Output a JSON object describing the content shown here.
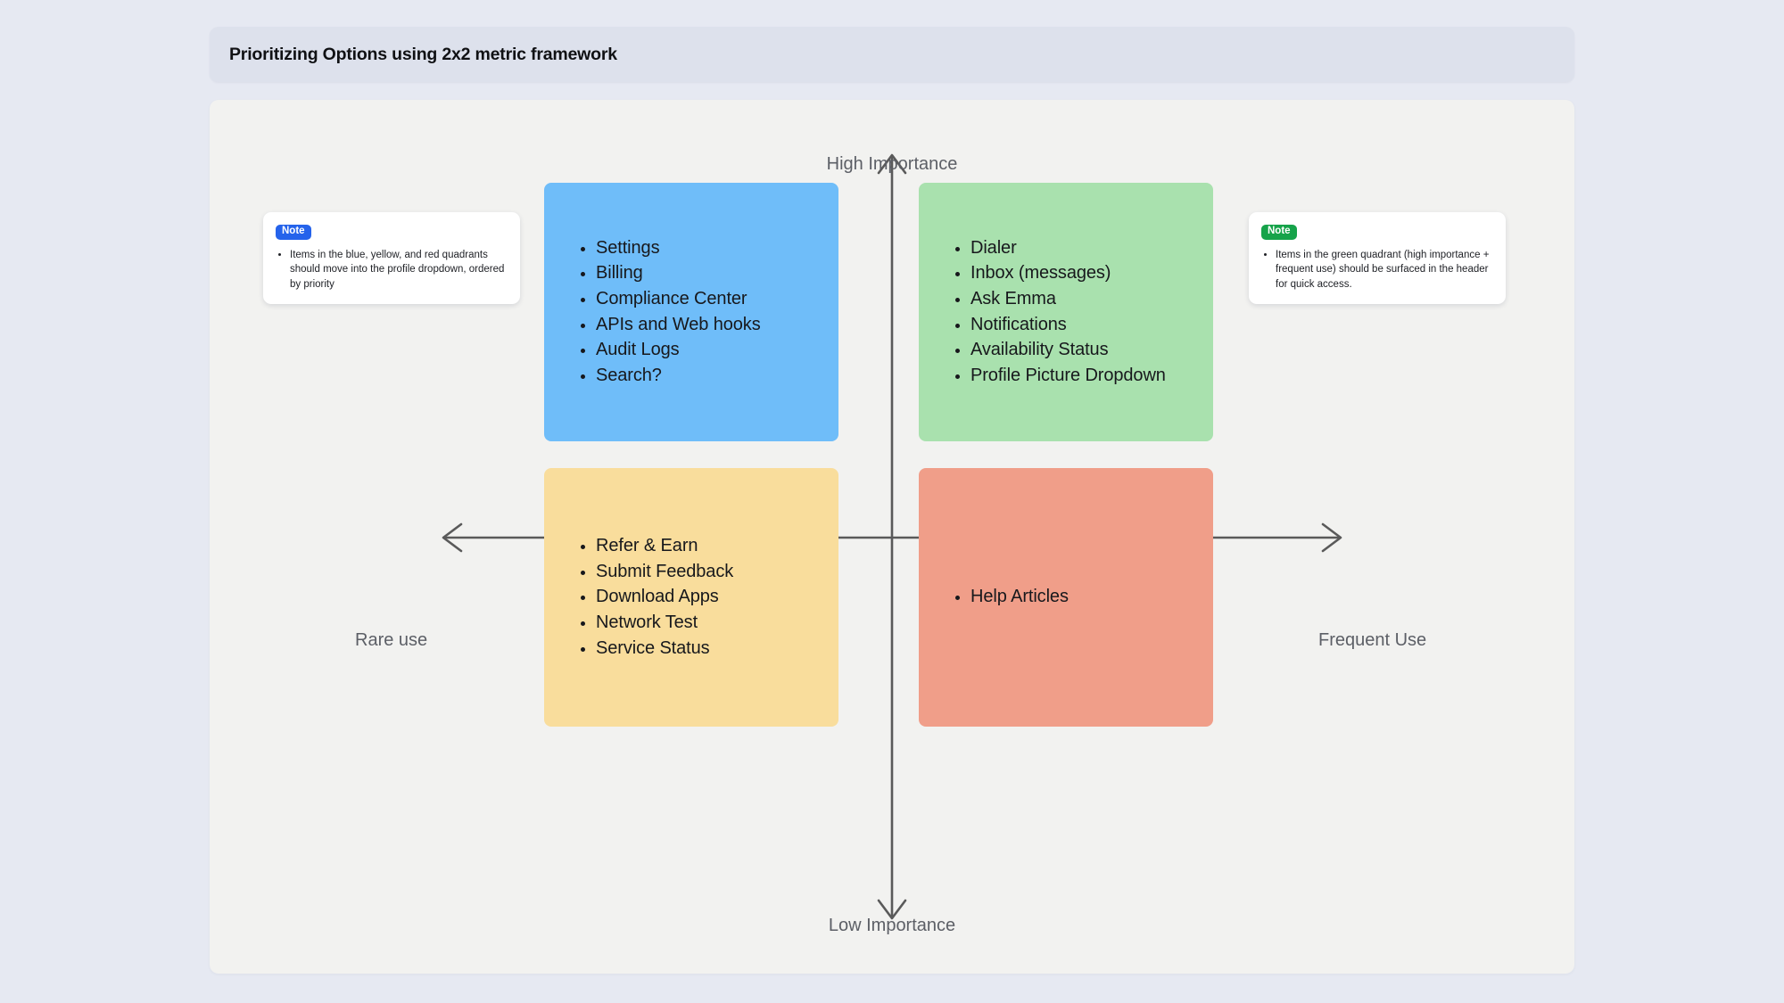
{
  "header": {
    "title": "Prioritizing Options using 2x2 metric framework"
  },
  "axes": {
    "top_label": "High Importance",
    "bottom_label": "Low Importance",
    "left_label": "Rare use",
    "right_label": "Frequent Use",
    "line_color": "#5a5a5a"
  },
  "quadrants": [
    {
      "id": "high-importance-rare-use",
      "color": "#6fbdf9",
      "items": [
        "Settings",
        "Billing",
        "Compliance Center",
        "APIs and Web hooks",
        "Audit Logs",
        "Search?"
      ]
    },
    {
      "id": "high-importance-frequent-use",
      "color": "#a9e1ae",
      "items": [
        "Dialer",
        "Inbox (messages)",
        "Ask Emma",
        "Notifications",
        "Availability Status",
        "Profile Picture Dropdown"
      ]
    },
    {
      "id": "low-importance-rare-use",
      "color": "#f9dd9c",
      "items": [
        "Refer & Earn",
        "Submit Feedback",
        "Download Apps",
        "Network Test",
        "Service Status"
      ]
    },
    {
      "id": "low-importance-frequent-use",
      "color": "#f09e89",
      "items": [
        "Help Articles"
      ]
    }
  ],
  "notes": [
    {
      "id": "note-left",
      "badge": "Note",
      "badge_color": "#2563eb",
      "items": [
        "Items in the blue, yellow, and red quadrants should move into the profile dropdown, ordered by priority"
      ]
    },
    {
      "id": "note-right",
      "badge": "Note",
      "badge_color": "#16a34a",
      "items": [
        "Items in the green quadrant (high importance + frequent use) should be surfaced in the header for quick access."
      ]
    }
  ]
}
